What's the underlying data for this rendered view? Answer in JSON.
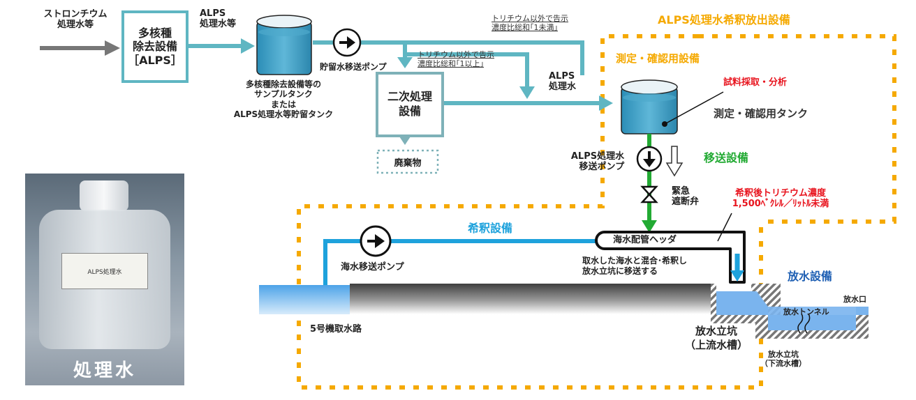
{
  "input_label": "ストロンチウム\n処理水等",
  "alps_box_label": "多核種\n除去設備\n［ALPS］",
  "alps_water_label": "ALPS\n処理水等",
  "storage_tank_label": "多核種除去設備等の\nサンプルタンク\nまたは\nALPS処理水等貯留タンク",
  "storage_pump_label": "貯留水移送ポンプ",
  "note_below_1": "トリチウム以外で告示\n濃度比総和｢1未満｣",
  "note_above_1": "トリチウム以外で告示\n濃度比総和｢1以上｣",
  "secondary_box_label": "二次処理\n設備",
  "waste_label": "廃棄物",
  "alps_treated_label": "ALPS\n処理水",
  "discharge_facility_title": "ALPS処理水希釈放出設備",
  "measurement_facility_title": "測定・確認用設備",
  "sampling_label": "試料採取・分析",
  "measurement_tank_label": "測定・確認用タンク",
  "transfer_pump_label": "ALPS処理水\n移送ポンプ",
  "transfer_facility_label": "移送設備",
  "emergency_valve_label": "緊急\n遮断弁",
  "tritium_limit_label": "希釈後トリチウム濃度\n1,500ﾍﾞｸﾚﾙ／ﾘｯﾄﾙ未満",
  "dilution_facility_label": "希釈設備",
  "seawater_header_label": "海水配管ヘッダ",
  "seawater_pump_label": "海水移送ポンプ",
  "mixing_note": "取水した海水と混合･希釈し\n放水立坑に移送する",
  "discharge_equipment_label": "放水設備",
  "intake_label": "5号機取水路",
  "upper_shaft_label": "放水立坑\n（上流水槽）",
  "tunnel_label": "放水トンネル",
  "outlet_label": "放水口",
  "lower_shaft_label": "放水立坑\n（下流水槽）",
  "photo_caption": "処理水",
  "photo_jar_label": "ALPS処理水",
  "colors": {
    "alps_teal": "#5fb6c2",
    "box_border": "#7eb1b8",
    "gray_arrow": "#777777",
    "facility_orange": "#f5a900",
    "transfer_green": "#22aa33",
    "dilution_blue": "#1ea2dc",
    "emphasis_red": "#e8141e",
    "tank_blue": "#2a8db5"
  },
  "icons": [
    "pump-icon",
    "tank-icon",
    "valve-icon",
    "flow-arrow-icon"
  ]
}
